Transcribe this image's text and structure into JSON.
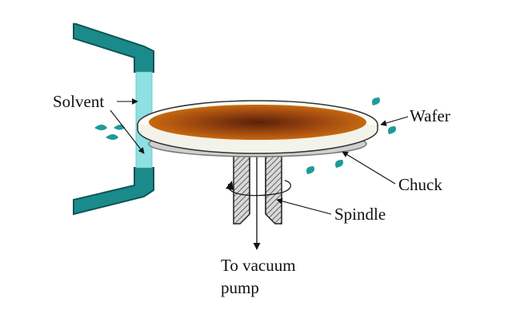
{
  "labels": {
    "solvent": "Solvent",
    "wafer": "Wafer",
    "chuck": "Chuck",
    "spindle": "Spindle",
    "vacuum_line1": "To vacuum",
    "vacuum_line2": "pump"
  },
  "colors": {
    "pipe": "#1a8a8a",
    "pipe_light": "#8fe0e2",
    "droplet": "#1e9a9a",
    "wafer_center": "#6a2a0a",
    "wafer_edge": "#c8620e",
    "chuck": "#c8c8c8",
    "spindle_hatch": "#555555"
  }
}
